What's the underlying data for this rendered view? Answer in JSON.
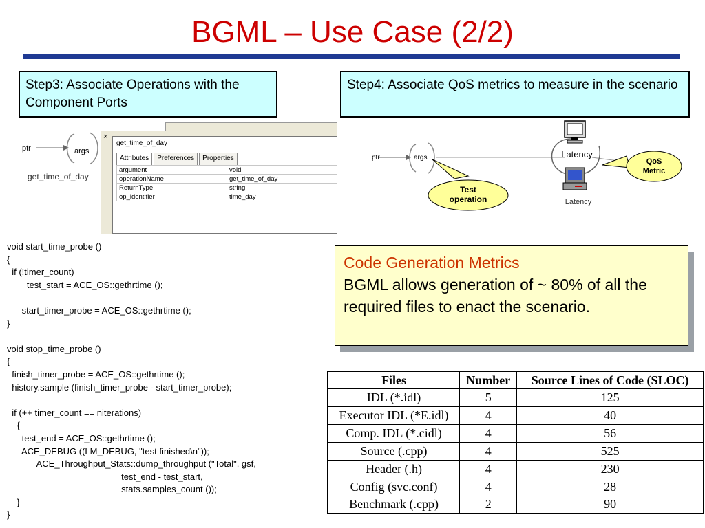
{
  "title": "BGML – Use Case (2/2)",
  "step3": "Step3: Associate Operations with the Component Ports",
  "step4": "Step4: Associate QoS metrics to measure in the scenario",
  "left_diagram": {
    "ptr": "ptr",
    "args": "args",
    "port_label": "get_time_of_day"
  },
  "property_panel": {
    "close": "×",
    "name": "get_time_of_day",
    "tabs": [
      "Attributes",
      "Preferences",
      "Properties"
    ],
    "rows": [
      [
        "argument",
        "void"
      ],
      [
        "operationName",
        "get_time_of_day"
      ],
      [
        "ReturnType",
        "string"
      ],
      [
        "op_identifier",
        "time_day"
      ]
    ]
  },
  "right_diagram": {
    "ptr": "ptr",
    "args": "args",
    "test_operation": [
      "Test",
      "operation"
    ],
    "latency_top": "Latency",
    "qos_metric": [
      "QoS",
      "Metric"
    ],
    "latency_bottom": "Latency"
  },
  "code": "void start_time_probe ()\n{\n  if (!timer_count)\n        test_start = ACE_OS::gethrtime ();\n\n      start_timer_probe = ACE_OS::gethrtime ();\n}\n\nvoid stop_time_probe ()\n{\n  finish_timer_probe = ACE_OS::gethrtime ();\n  history.sample (finish_timer_probe - start_timer_probe);\n\n  if (++ timer_count == niterations)\n    {\n      test_end = ACE_OS::gethrtime ();\n      ACE_DEBUG ((LM_DEBUG, \"test finished\\n\"));\n            ACE_Throughput_Stats::dump_throughput (\"Total\", gsf,\n                                              test_end - test_start,\n                                              stats.samples_count ());\n    }\n}",
  "metrics": {
    "title": "Code Generation Metrics",
    "body": "BGML allows generation of ~ 80% of all the required files to enact the scenario."
  },
  "files_table": {
    "headers": [
      "Files",
      "Number",
      "Source Lines of Code (SLOC)"
    ],
    "rows": [
      [
        "IDL (*.idl)",
        "5",
        "125"
      ],
      [
        "Executor IDL (*E.idl)",
        "4",
        "40"
      ],
      [
        "Comp. IDL (*.cidl)",
        "4",
        "56"
      ],
      [
        "Source (.cpp)",
        "4",
        "525"
      ],
      [
        "Header (.h)",
        "4",
        "230"
      ],
      [
        "Config (svc.conf)",
        "4",
        "28"
      ],
      [
        "Benchmark (.cpp)",
        "2",
        "90"
      ]
    ]
  }
}
